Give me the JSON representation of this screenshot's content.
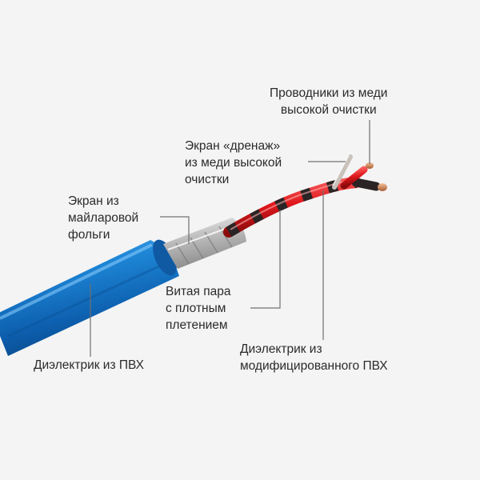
{
  "colors": {
    "background": "#f4f4f4",
    "jacket": "#1e86d6",
    "foil": "#c8c8c8",
    "red_conductor": "#e0181c",
    "black_conductor": "#2a2424",
    "copper": "#d98c5a",
    "leader_line": "#707070"
  },
  "labels": {
    "conductors": [
      "Проводники из меди",
      "высокой очистки"
    ],
    "drain": [
      "Экран «дренаж»",
      "из меди высокой",
      "очистки"
    ],
    "foil": [
      "Экран из",
      "майларовой",
      "фольги"
    ],
    "twisted_pair": [
      "Витая пара",
      "с плотным",
      "плетением"
    ],
    "pvc_jacket": [
      "Диэлектрик из ПВХ"
    ],
    "modified_pvc": [
      "Диэлектрик из",
      "модифицированного ПВХ"
    ]
  }
}
